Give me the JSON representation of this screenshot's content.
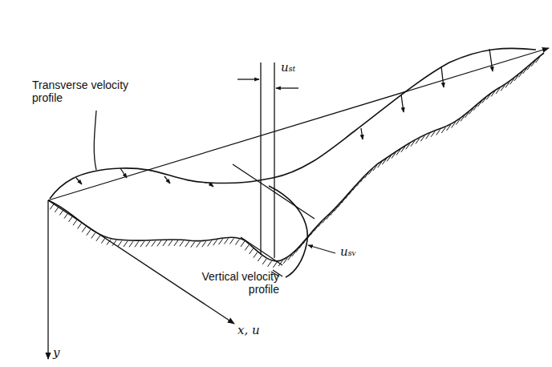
{
  "diagram": {
    "labels": [
      "Transverse velocity profile",
      "Vertical velocity profile",
      "uₛₜ",
      "uₛᵥ",
      "x, u",
      "y"
    ]
  }
}
